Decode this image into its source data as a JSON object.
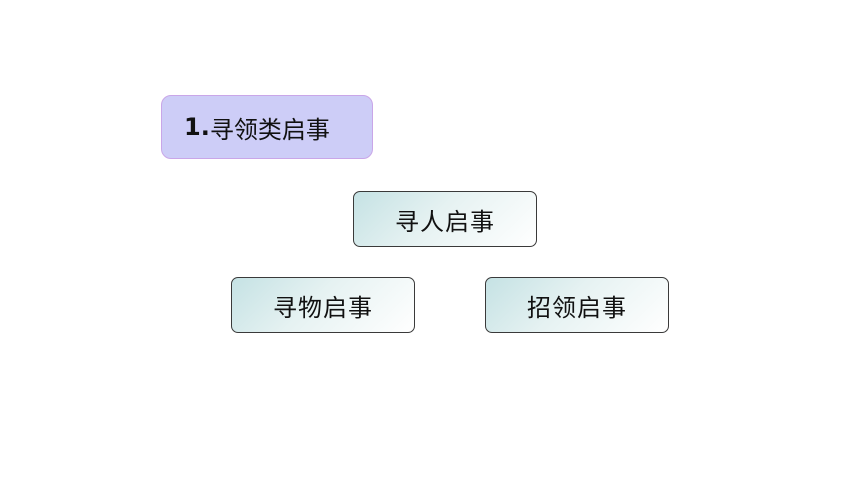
{
  "heading": {
    "number": "1.",
    "text": "寻领类启事"
  },
  "categories": [
    {
      "label": "寻人启事"
    },
    {
      "label": "寻物启事"
    },
    {
      "label": "招领启事"
    }
  ]
}
